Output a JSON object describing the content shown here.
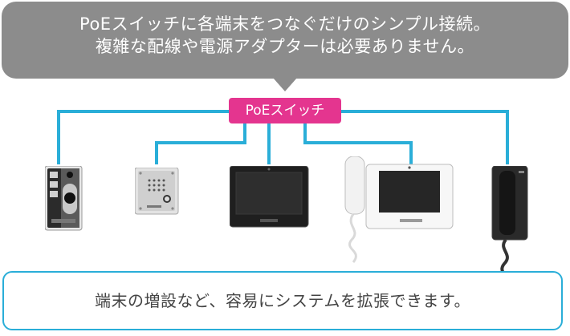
{
  "bubble": {
    "line1": "PoEスイッチに各端末をつなぐだけのシンプル接続。",
    "line2": "複雑な配線や電源アダプターは必要ありません。"
  },
  "switch": {
    "label": "PoEスイッチ"
  },
  "footer": {
    "text": "端末の増設など、容易にシステムを拡張できます。"
  },
  "colors": {
    "bubble": "#8c8c8c",
    "switch": "#e4358f",
    "wire": "#2aaed8",
    "footer_border": "#2aaed8"
  },
  "devices": [
    {
      "name": "door-station-icon"
    },
    {
      "name": "flush-audio-station-icon"
    },
    {
      "name": "video-monitor-icon"
    },
    {
      "name": "handset-video-master-icon"
    },
    {
      "name": "handset-sub-station-icon"
    }
  ]
}
